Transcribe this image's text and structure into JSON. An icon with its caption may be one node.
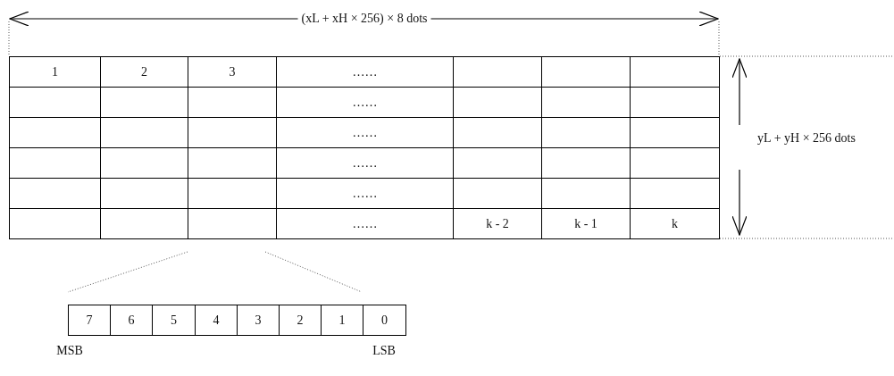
{
  "diagram": {
    "labels": [
      "(xL + xH × 256) × 8 dots",
      "1",
      "2",
      "3",
      "……",
      "……",
      "……",
      "……",
      "……",
      "……",
      "k - 2",
      "k - 1",
      "k",
      "yL + yH × 256 dots",
      "7",
      "6",
      "5",
      "4",
      "3",
      "2",
      "1",
      "0",
      "MSB",
      "LSB"
    ]
  }
}
